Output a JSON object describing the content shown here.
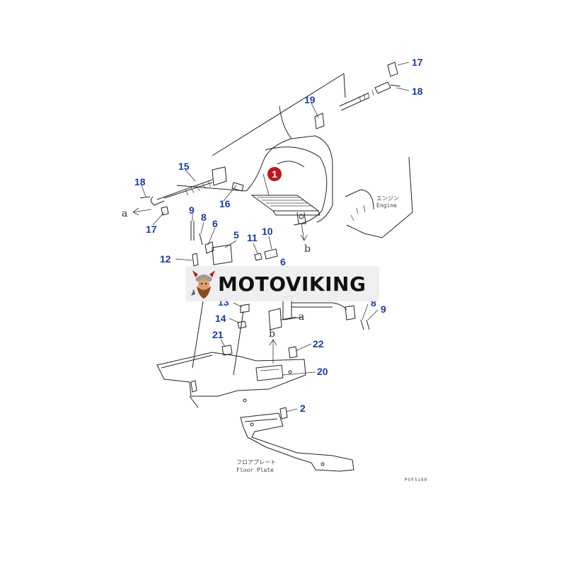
{
  "callouts": {
    "c1": "1",
    "c2": "2",
    "c5": "5",
    "c6a": "6",
    "c6b": "6",
    "c8a": "8",
    "c8b": "8",
    "c9a": "9",
    "c9b": "9",
    "c10": "10",
    "c11": "11",
    "c12": "12",
    "c13": "13",
    "c14": "14",
    "c15": "15",
    "c16": "16",
    "c17a": "17",
    "c17b": "17",
    "c18a": "18",
    "c18b": "18",
    "c19": "19",
    "c20": "20",
    "c21": "21",
    "c22": "22"
  },
  "letters": {
    "a1": "a",
    "a2": "a",
    "b1": "b",
    "b2": "b"
  },
  "labels": {
    "engine_jp": "エンジン",
    "engine_en": "Engine",
    "floor_jp": "フロアプレート",
    "floor_en": "Floor Plate",
    "drawing_code": "PVF5180"
  },
  "watermark": {
    "brand": "MOTOVIKING"
  },
  "colors": {
    "callout": "#1a3aa8",
    "highlight": "#c0161b",
    "line": "#222222"
  }
}
